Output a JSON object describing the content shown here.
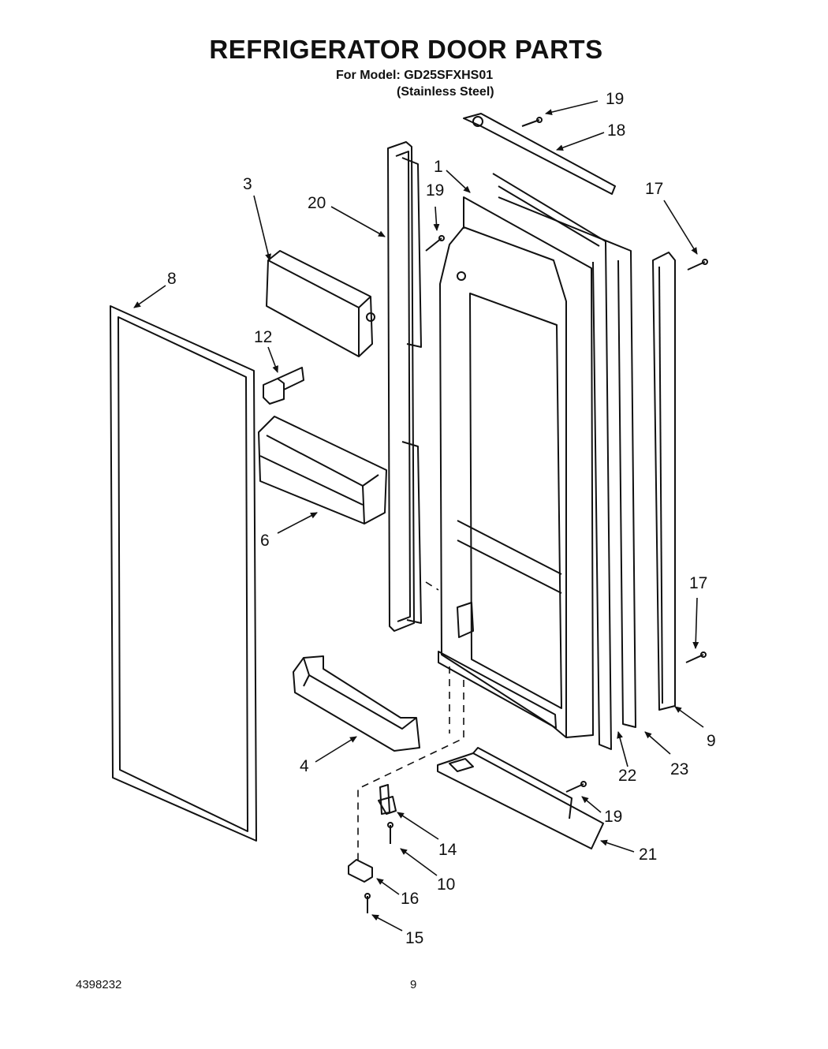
{
  "header": {
    "title": "REFRIGERATOR DOOR PARTS",
    "model_line": "For Model: GD25SFXHS01",
    "finish_line": "(Stainless Steel)"
  },
  "footer": {
    "part_number": "4398232",
    "page": "9"
  },
  "callouts": [
    "19",
    "18",
    "1",
    "19",
    "3",
    "20",
    "17",
    "8",
    "12",
    "6",
    "17",
    "4",
    "9",
    "22",
    "23",
    "19",
    "14",
    "21",
    "10",
    "16",
    "15"
  ]
}
